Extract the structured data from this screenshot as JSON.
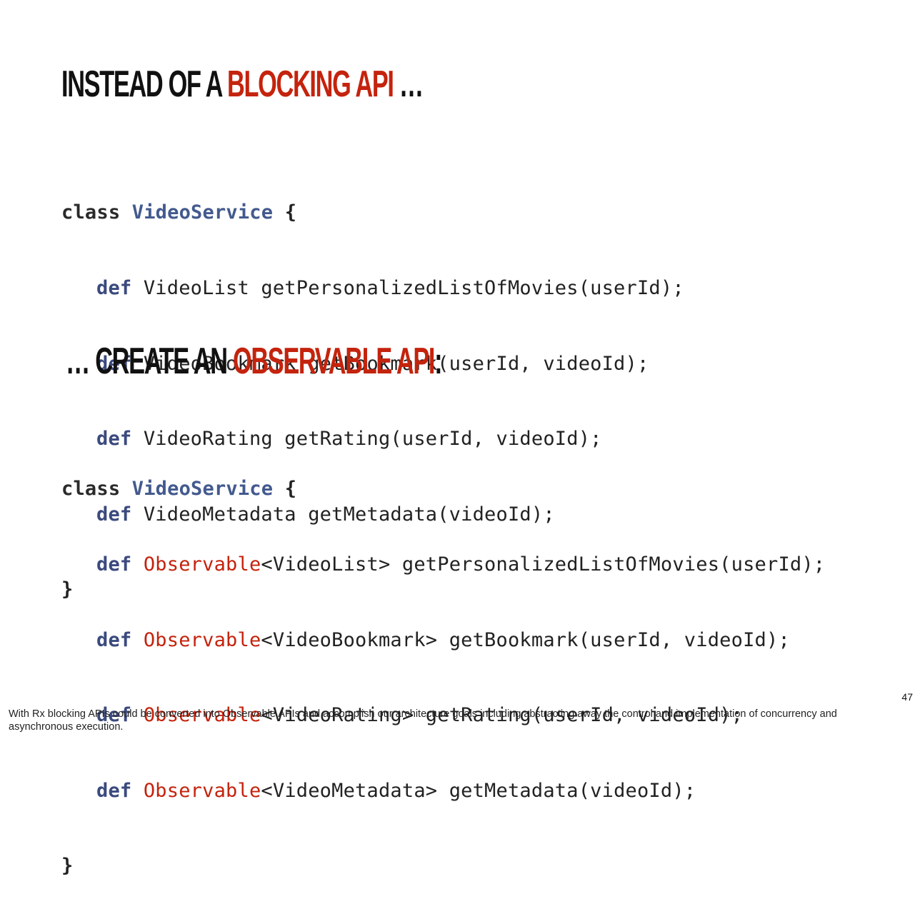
{
  "slide": {
    "heading_top": {
      "prefix": "INSTEAD OF A",
      "accent": "BLOCKING API",
      "suffix": "…"
    },
    "heading_bottom": {
      "prefix": "… CREATE AN",
      "accent": "OBSERVABLE API",
      "suffix": ":"
    },
    "blocking_code": {
      "class_keyword": "class",
      "class_name": "VideoService",
      "open_brace": "{",
      "close_brace": "}",
      "methods": [
        {
          "keyword": "def",
          "rest": "VideoList getPersonalizedListOfMovies(userId);"
        },
        {
          "keyword": "def",
          "rest": "VideoBookmark getBookmark(userId, videoId);"
        },
        {
          "keyword": "def",
          "rest": "VideoRating getRating(userId, videoId);"
        },
        {
          "keyword": "def",
          "rest": "VideoMetadata getMetadata(videoId);"
        }
      ]
    },
    "observable_code": {
      "class_keyword": "class",
      "class_name": "VideoService",
      "open_brace": "{",
      "close_brace": "}",
      "methods": [
        {
          "keyword": "def",
          "wrapper": "Observable",
          "rest": "<VideoList> getPersonalizedListOfMovies(userId);"
        },
        {
          "keyword": "def",
          "wrapper": "Observable",
          "rest": "<VideoBookmark> getBookmark(userId, videoId);"
        },
        {
          "keyword": "def",
          "wrapper": "Observable",
          "rest": "<VideoRating> getRating(userId, videoId);"
        },
        {
          "keyword": "def",
          "wrapper": "Observable",
          "rest": "<VideoMetadata> getMetadata(videoId);"
        }
      ]
    },
    "page_number": "47",
    "speaker_note": "With Rx blocking APIs could be converted into Observable APIs and accomplish our architecture goals including abstracting away the control and implementation of concurrency and asynchronous execution."
  },
  "colors": {
    "accent": "#c4230d",
    "keyword": "#3b4a7e",
    "class_name": "#435a8e",
    "text": "#222222"
  }
}
